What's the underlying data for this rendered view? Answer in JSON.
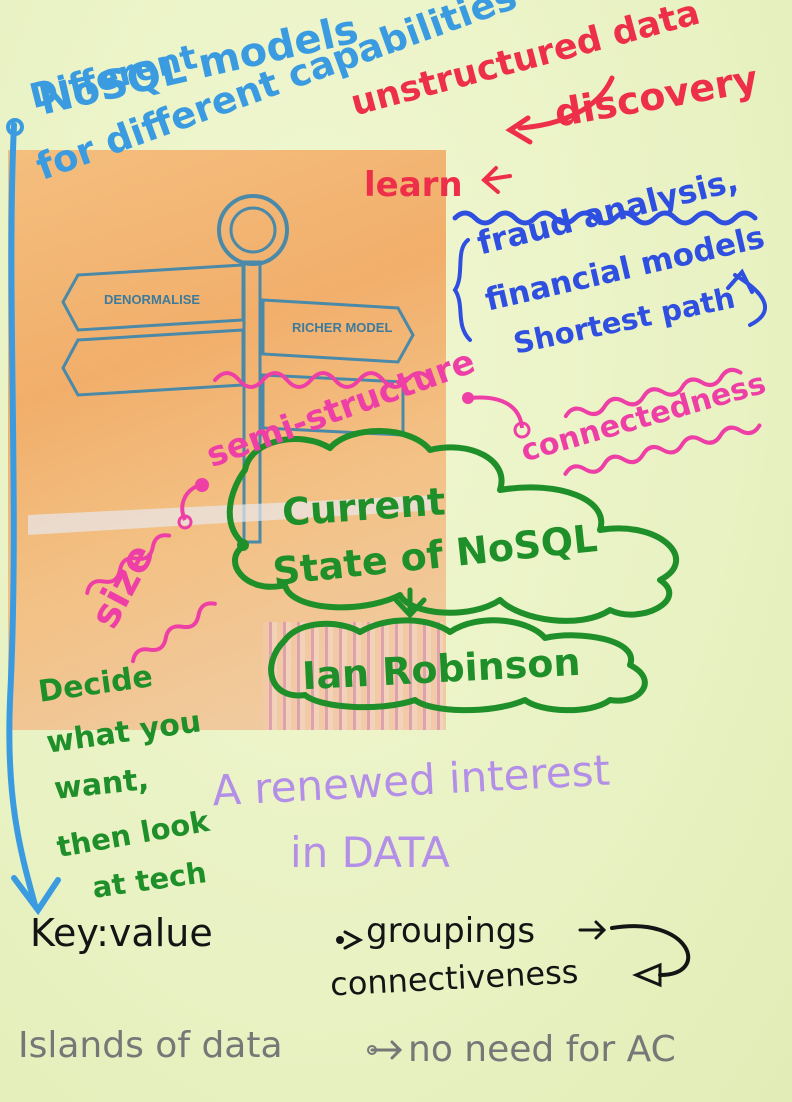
{
  "notes": {
    "different_models_1": "Different",
    "different_models_2": "NoSQL models",
    "different_models_3": "for different capabilities",
    "unstructured": "unstructured data",
    "discovery": "discovery",
    "learn": "learn",
    "fraud_1": "fraud analysis,",
    "fraud_2": "financial models",
    "fraud_3": "Shortest path",
    "semi_structure": "semi-structure",
    "connectedness": "connectedness",
    "size": "size",
    "current_state_1": "Current",
    "current_state_2": "State of NoSQL",
    "ian_robinson": "Ian Robinson",
    "decide_1": "Decide",
    "decide_2": "what you",
    "decide_3": "want,",
    "decide_4": "then look",
    "decide_5": "at tech",
    "renewed_1": "A renewed interest",
    "renewed_2": "in DATA",
    "keyvalue": "Key:value",
    "groupings": "groupings",
    "connectiveness": "connectiveness",
    "islands": "Islands of data",
    "no_need": "no need for AC"
  },
  "photo": {
    "sign_left": "DENORMALISE",
    "sign_right": "RICHER MODEL"
  },
  "colors": {
    "blue": "#3a9be0",
    "red": "#ee2f4a",
    "navy": "#2f4fe0",
    "pink": "#ee3fa6",
    "green": "#1f8f2a",
    "purple": "#b48fe8",
    "black": "#141414",
    "gray": "#777777"
  }
}
